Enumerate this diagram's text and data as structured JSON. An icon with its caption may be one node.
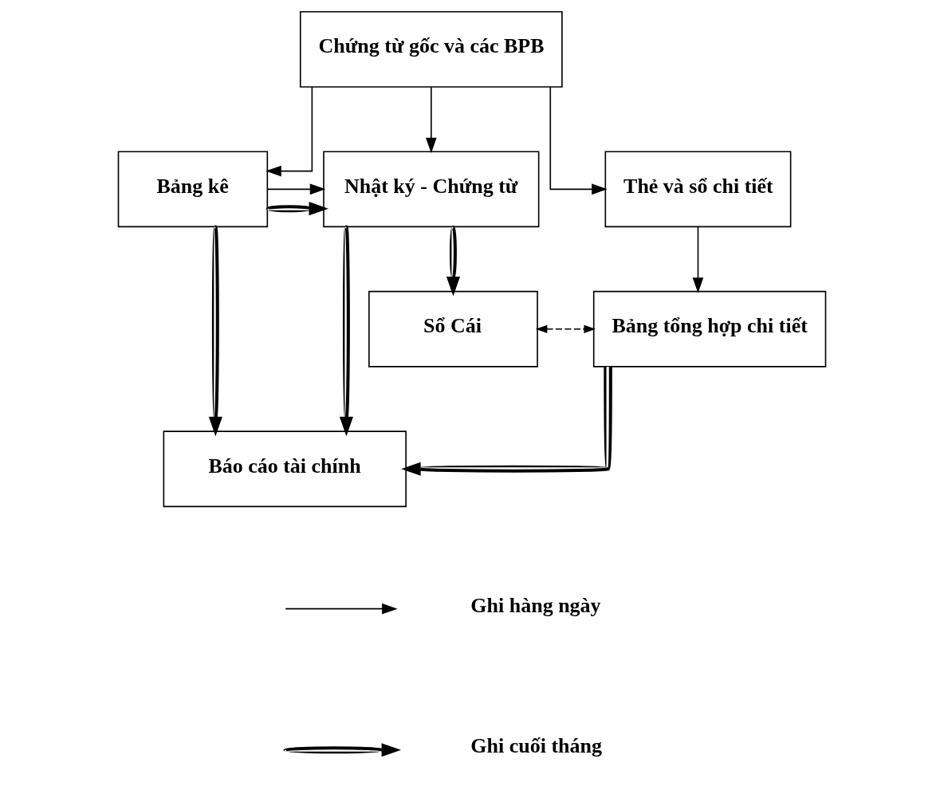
{
  "diagram": {
    "nodes": [
      {
        "text": [
          "Chứng từ gốc và các BPB"
        ]
      },
      {
        "text": [
          "Bảng kê"
        ]
      },
      {
        "text": [
          "Nhật ký - Chứng từ"
        ]
      },
      {
        "text": [
          "Thẻ và sổ chi tiết"
        ]
      },
      {
        "text": [
          "Sổ Cái"
        ]
      },
      {
        "text": [
          "Bảng tổng hợp chi tiết"
        ]
      },
      {
        "text": [
          "Báo cáo tài chính"
        ]
      }
    ],
    "edges": [
      {
        "from": 0,
        "to": 1,
        "arrow": "to"
      },
      {
        "from": 0,
        "to": 2,
        "arrow": "to"
      },
      {
        "from": 0,
        "to": 3,
        "arrow": "to"
      },
      {
        "from": 1,
        "to": 2,
        "arrow": "to"
      },
      {
        "from": 1,
        "to": 2,
        "arrow": "to",
        "style": "thick"
      },
      {
        "from": 2,
        "to": 4,
        "arrow": "to",
        "style": "thick"
      },
      {
        "from": 2,
        "to": 6,
        "arrow": "to",
        "style": "thick"
      },
      {
        "from": 3,
        "to": 5,
        "arrow": "to"
      },
      {
        "from": 4,
        "to": 5,
        "arrow": "both",
        "style": "dashed"
      },
      {
        "from": 1,
        "to": 6,
        "arrow": "to",
        "style": "thick"
      },
      {
        "from": 5,
        "to": 6,
        "arrow": "to",
        "style": "thick"
      }
    ],
    "legend": [
      {
        "text": "Ghi hàng ngày"
      },
      {
        "text": "Ghi cuối tháng"
      }
    ]
  }
}
